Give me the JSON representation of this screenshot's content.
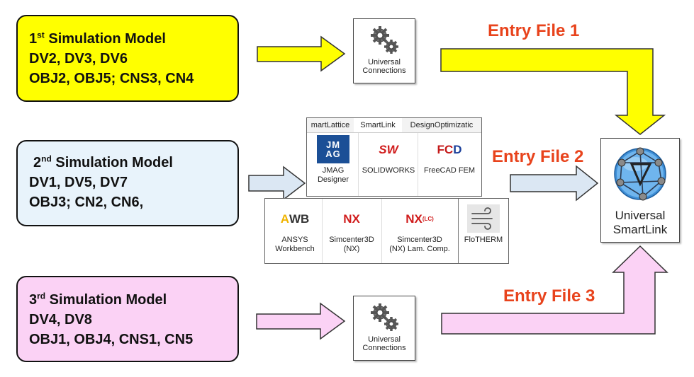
{
  "models": [
    {
      "ordinal": "1",
      "sup": "st",
      "title_rest": " Simulation Model",
      "line2": "DV2, DV3, DV6",
      "line3": "OBJ2, OBJ5; CNS3, CN4"
    },
    {
      "ordinal": "2",
      "sup": "nd",
      "title_rest": " Simulation Model",
      "line2": "DV1, DV5, DV7",
      "line3": "OBJ3; CN2, CN6,"
    },
    {
      "ordinal": "3",
      "sup": "rd",
      "title_rest": " Simulation Model",
      "line2": "DV4, DV8",
      "line3": "OBJ1, OBJ4, CNS1, CN5"
    }
  ],
  "universal_connections": {
    "line1": "Universal",
    "line2": "Connections"
  },
  "entry_files": [
    "Entry File 1",
    "Entry File 2",
    "Entry File 3"
  ],
  "tabs": [
    "martLattice",
    "SmartLink",
    "DesignOptimizatic"
  ],
  "tools_row1": [
    {
      "icon_text": "JM AG",
      "line1": "JMAG",
      "line2": "Designer"
    },
    {
      "icon_text": "SW",
      "line1": "SOLIDWORKS",
      "line2": ""
    },
    {
      "icon_text": "FCD",
      "line1": "FreeCAD FEM",
      "line2": ""
    }
  ],
  "tools_row2": [
    {
      "icon_text": "AWB",
      "line1": "ANSYS",
      "line2": "Workbench"
    },
    {
      "icon_text": "NX",
      "line1": "Simcenter3D",
      "line2": "(NX)"
    },
    {
      "icon_text": "NX",
      "icon_sub": "(LC)",
      "line1": "Simcenter3D",
      "line2": "(NX) Lam. Comp."
    },
    {
      "icon_text": "",
      "line1": "FloTHERM",
      "line2": ""
    }
  ],
  "usl": {
    "line1": "Universal",
    "line2": "SmartLink"
  },
  "colors": {
    "yellow": "#ffff00",
    "blue": "#e8f3fb",
    "pink": "#fbd2f5",
    "entry_text": "#e8431c",
    "arrow_blue": "#dbe7f3"
  }
}
